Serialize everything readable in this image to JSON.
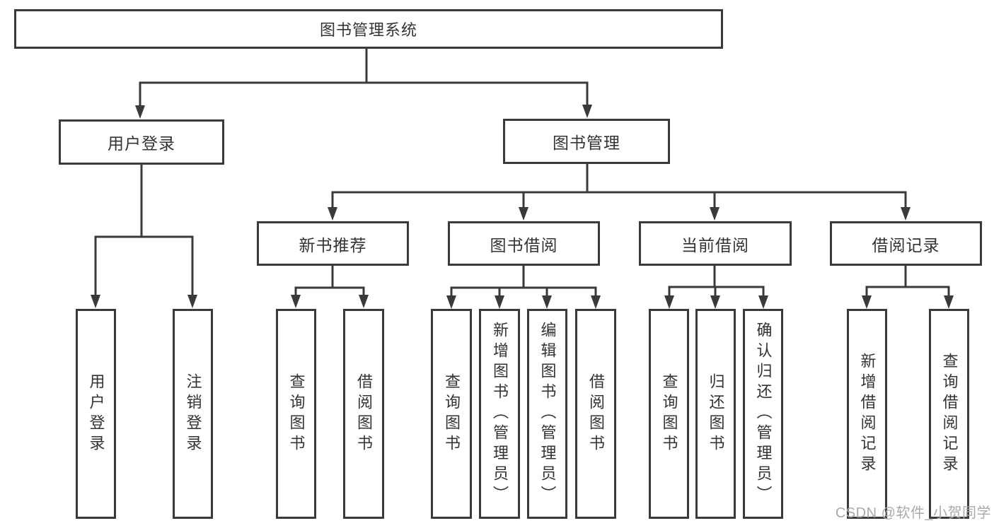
{
  "hierarchy": {
    "label": "图书管理系统",
    "children": [
      {
        "label": "用户登录",
        "children": [
          {
            "label": "用户登录"
          },
          {
            "label": "注销登录"
          }
        ]
      },
      {
        "label": "图书管理",
        "children": [
          {
            "label": "新书推荐",
            "children": [
              {
                "label": "查询图书"
              },
              {
                "label": "借阅图书"
              }
            ]
          },
          {
            "label": "图书借阅",
            "children": [
              {
                "label": "查询图书"
              },
              {
                "label": "新增图书（管理员）"
              },
              {
                "label": "编辑图书（管理员）"
              },
              {
                "label": "借阅图书"
              }
            ]
          },
          {
            "label": "当前借阅",
            "children": [
              {
                "label": "查询图书"
              },
              {
                "label": "归还图书"
              },
              {
                "label": "确认归还（管理员）"
              }
            ]
          },
          {
            "label": "借阅记录",
            "children": [
              {
                "label": "新增借阅记录"
              },
              {
                "label": "查询借阅记录"
              }
            ]
          }
        ]
      }
    ]
  },
  "watermark": "CSDN @软件_小贺同学",
  "colors": {
    "line": "#3a3a3a",
    "text": "#333333",
    "box_background": "#ffffff",
    "watermark": "#a9a9a9",
    "page_background": "#ffffff"
  }
}
